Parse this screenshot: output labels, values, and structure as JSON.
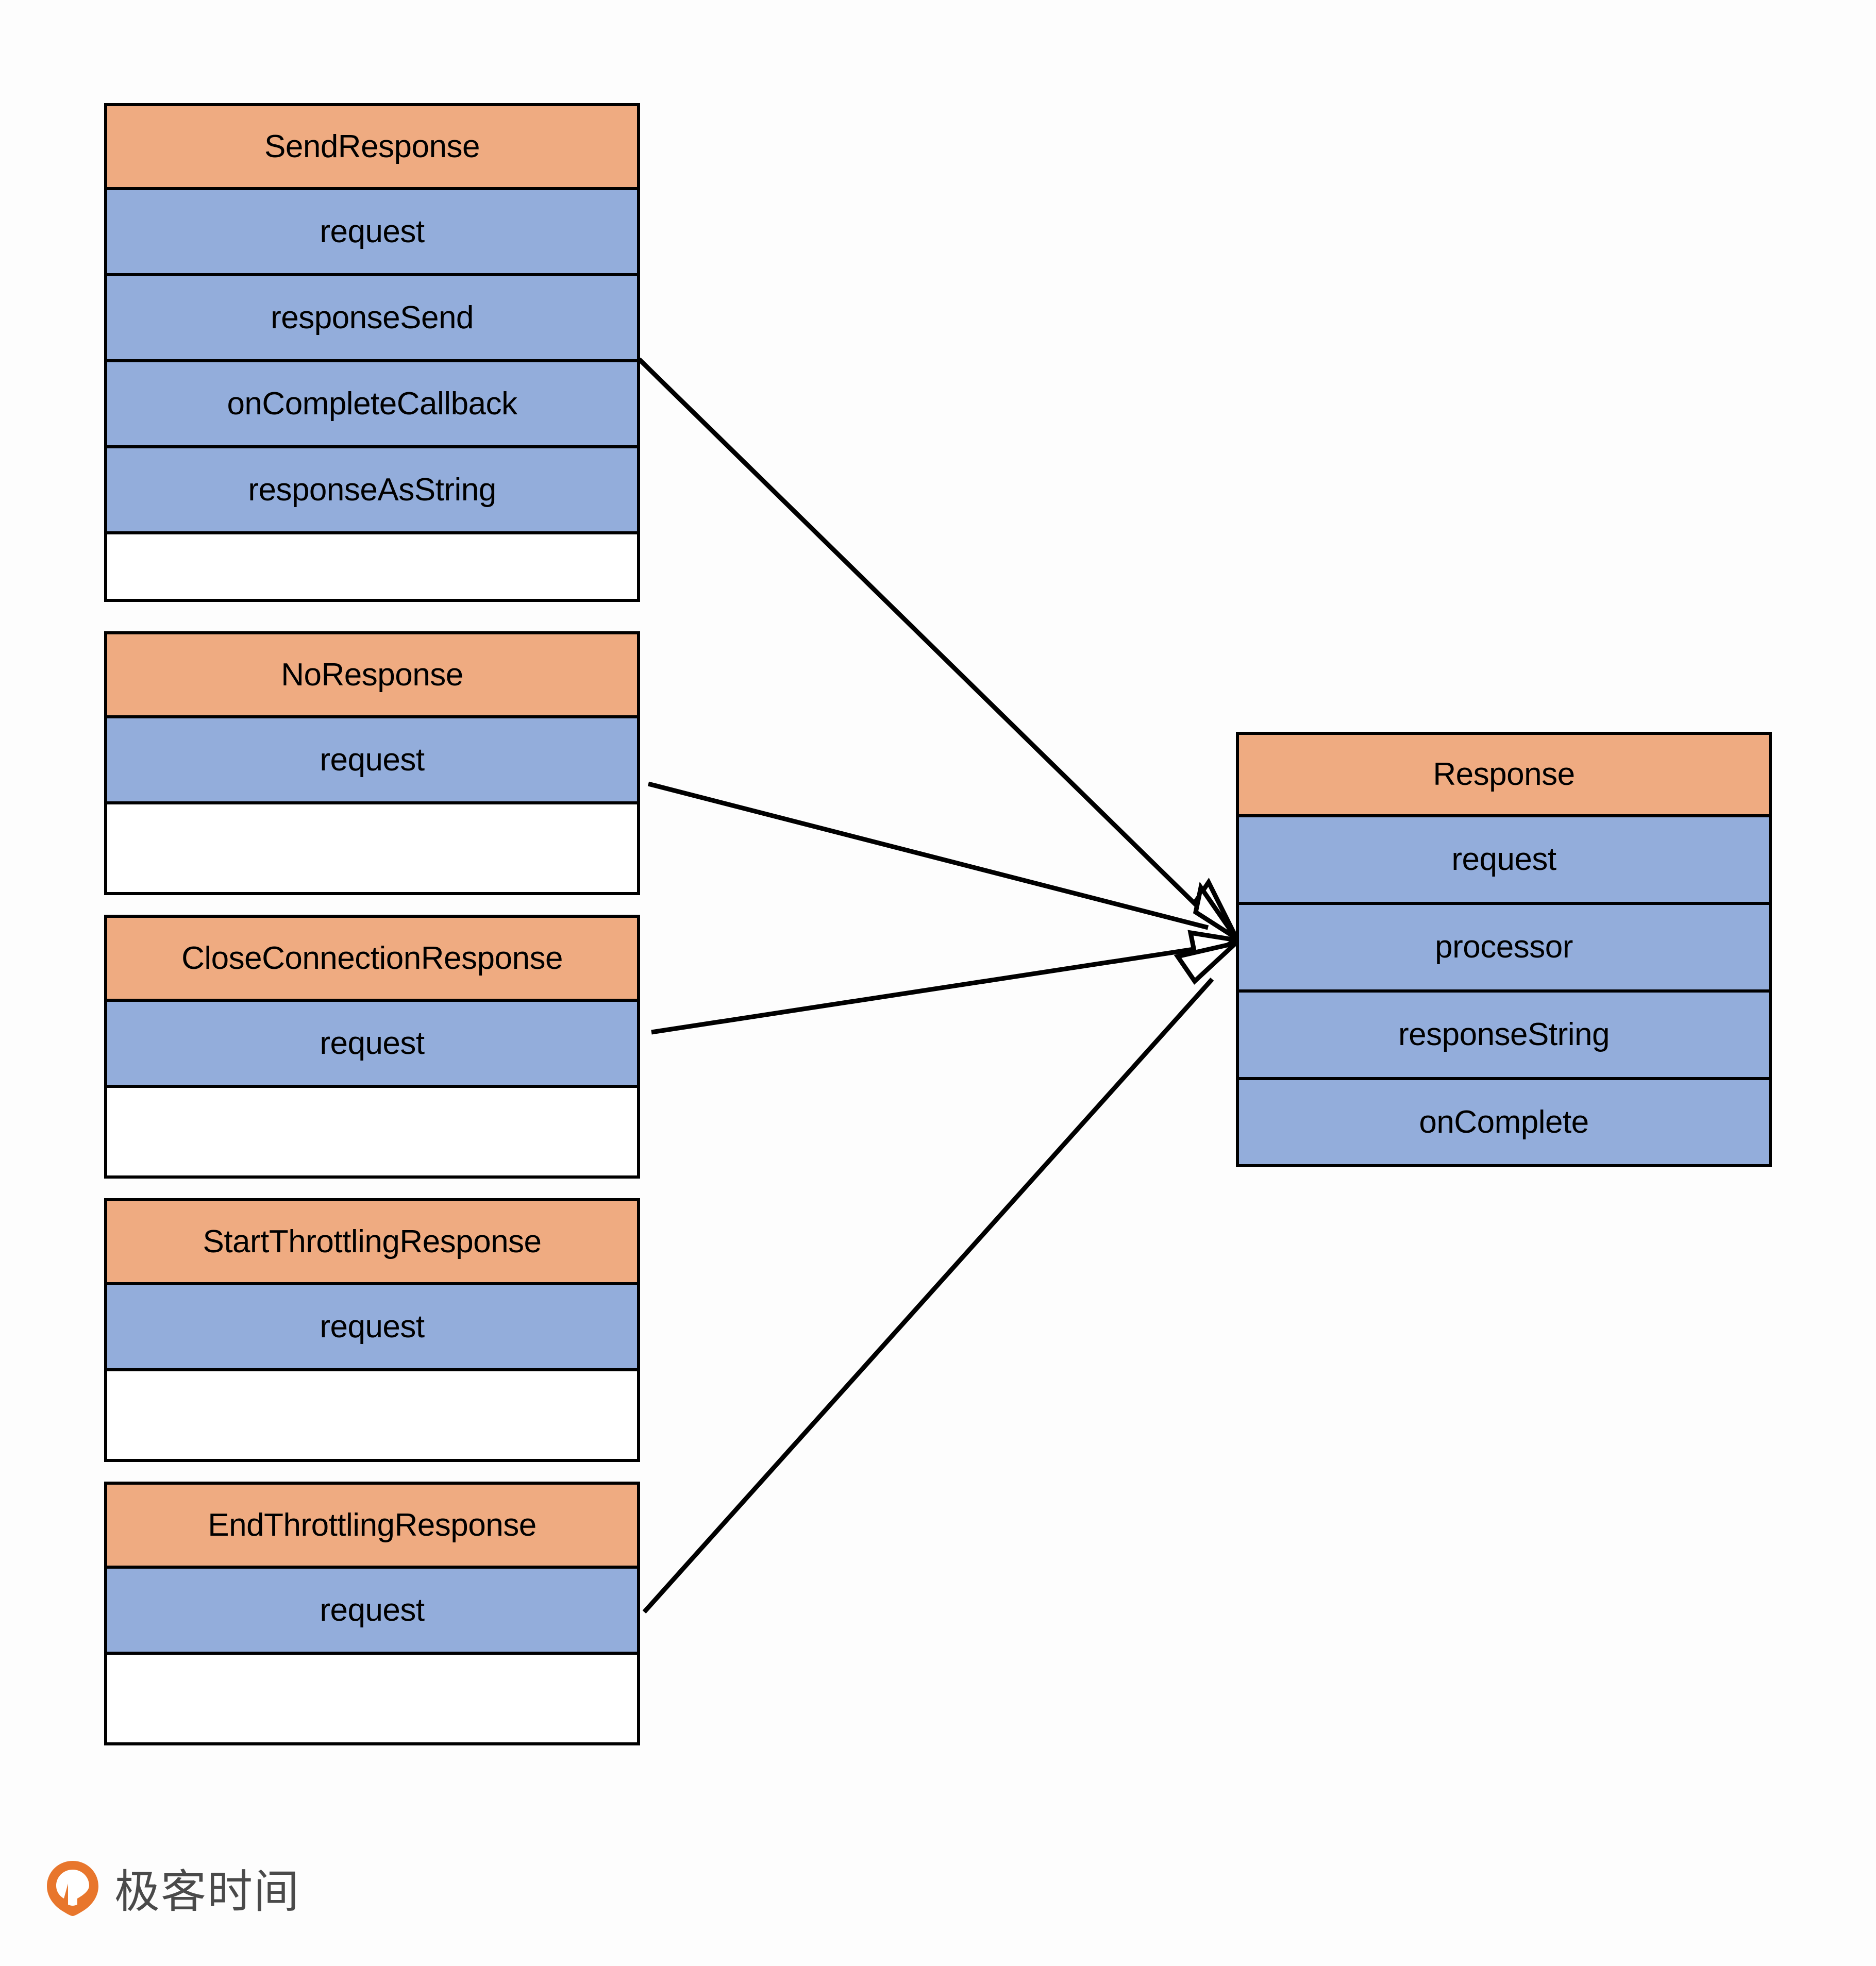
{
  "diagram": {
    "type": "uml-class-diagram",
    "relationship": "generalization",
    "background_color": "#fdfdfd",
    "colors": {
      "header_fill": "#efab81",
      "attribute_fill": "#93addb",
      "empty_fill": "#ffffff",
      "stroke": "#000000",
      "brand_orange": "#e8762c",
      "brand_text": "#4a4a4a"
    },
    "base_class": {
      "name": "Response",
      "title": "Response",
      "attributes": [
        "request",
        "processor",
        "responseString",
        "onComplete"
      ],
      "has_empty_row": false
    },
    "subclasses": [
      {
        "name": "SendResponse",
        "title": "SendResponse",
        "attributes": [
          "request",
          "responseSend",
          "onCompleteCallback",
          "responseAsString"
        ],
        "has_empty_row": true,
        "connected_to_base": true
      },
      {
        "name": "NoResponse",
        "title": "NoResponse",
        "attributes": [
          "request"
        ],
        "has_empty_row": true,
        "connected_to_base": true
      },
      {
        "name": "CloseConnectionResponse",
        "title": "CloseConnectionResponse",
        "attributes": [
          "request"
        ],
        "has_empty_row": true,
        "connected_to_base": true
      },
      {
        "name": "StartThrottlingResponse",
        "title": "StartThrottlingResponse",
        "attributes": [
          "request"
        ],
        "has_empty_row": true,
        "connected_to_base": false
      },
      {
        "name": "EndThrottlingResponse",
        "title": "EndThrottlingResponse",
        "attributes": [
          "request"
        ],
        "has_empty_row": true,
        "connected_to_base": true
      }
    ],
    "edges": [
      {
        "from": "SendResponse",
        "to": "Response",
        "arrow": "hollow-triangle"
      },
      {
        "from": "NoResponse",
        "to": "Response",
        "arrow": "hollow-triangle"
      },
      {
        "from": "CloseConnectionResponse",
        "to": "Response",
        "arrow": "hollow-triangle"
      },
      {
        "from": "EndThrottlingResponse",
        "to": "Response",
        "arrow": "hollow-triangle"
      }
    ]
  },
  "brand": {
    "name": "geektime-logo",
    "wordmark": "极客时间",
    "mark": "circular-q-mark"
  }
}
